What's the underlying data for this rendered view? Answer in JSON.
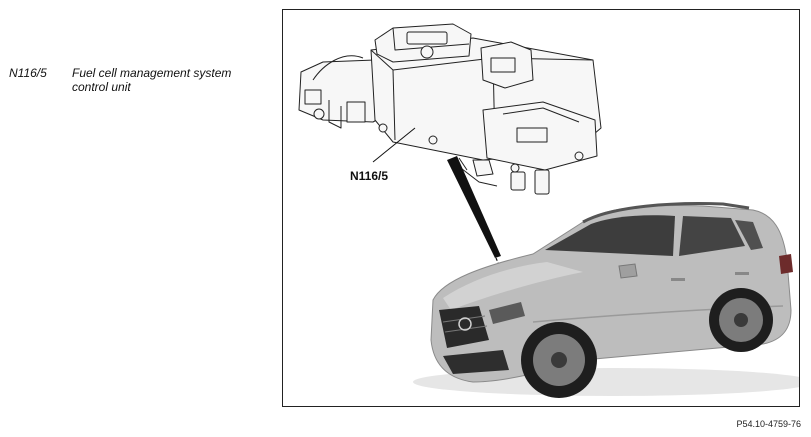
{
  "legend": {
    "code": "N116/5",
    "description": "Fuel cell management system control unit"
  },
  "figure": {
    "callout_label": "N116/5"
  },
  "footer": {
    "reference": "P54.10-4759-76"
  }
}
